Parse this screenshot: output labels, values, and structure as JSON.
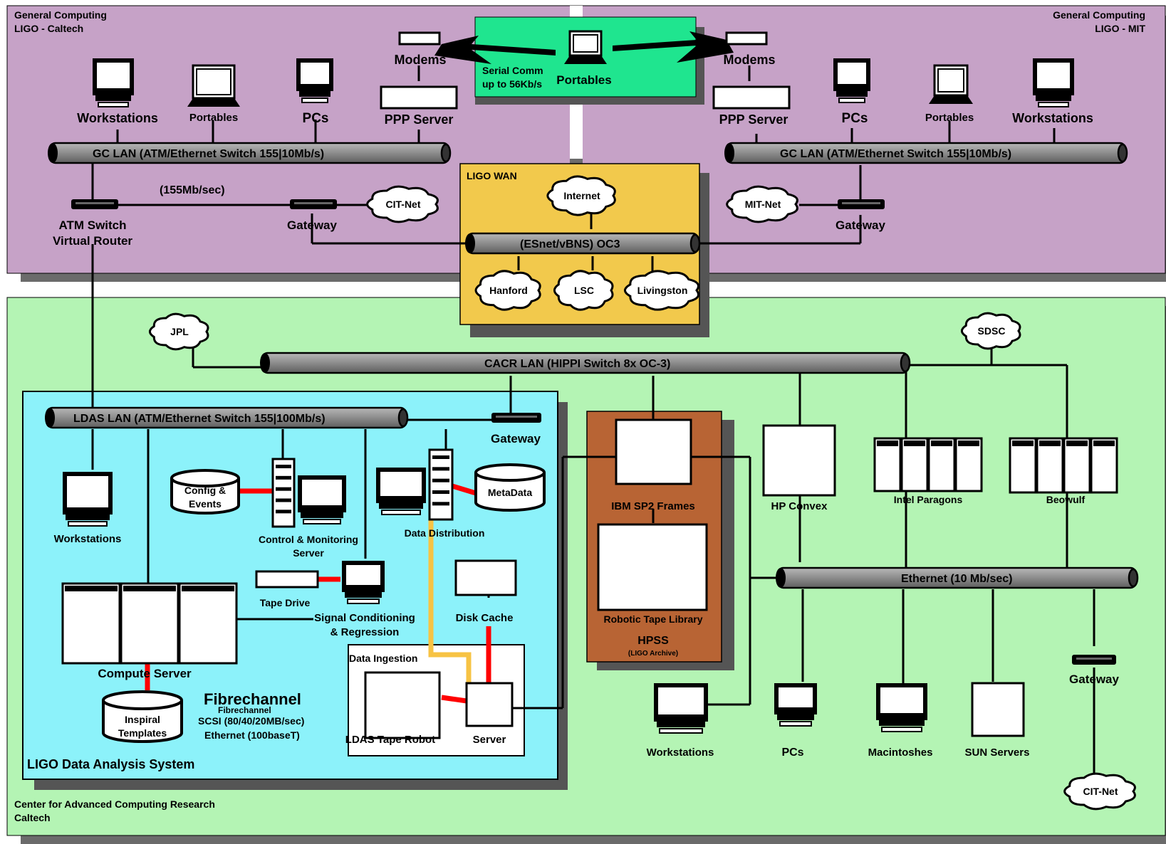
{
  "diagram": {
    "regions": {
      "caltech_title": [
        "General Computing",
        "LIGO - Caltech"
      ],
      "mit_title": [
        "General Computing",
        "LIGO - MIT"
      ],
      "wan_title": "LIGO WAN",
      "cacr_title": [
        "Center for Advanced Computing Research",
        "Caltech"
      ],
      "ldas_title": "LIGO Data Analysis System",
      "hpss_title": "HPSS",
      "hpss_subtitle": "(LIGO Archive)",
      "ingestion_title": "Data Ingestion"
    },
    "networks": {
      "gc_lan_caltech": "GC LAN (ATM/Ethernet Switch 155|10Mb/s)",
      "gc_lan_mit": "GC LAN (ATM/Ethernet Switch 155|10Mb/s)",
      "esnet": "(ESnet/vBNS) OC3",
      "cacr_lan": "CACR LAN (HIPPI Switch  8x  OC-3)",
      "ldas_lan": "LDAS LAN (ATM/Ethernet Switch 155|100Mb/s)",
      "ethernet": "Ethernet (10 Mb/sec)",
      "link_155": "(155Mb/sec)"
    },
    "clouds": {
      "cit_net_top": "CIT-Net",
      "mit_net": "MIT-Net",
      "internet": "Internet",
      "hanford": "Hanford",
      "lsc": "LSC",
      "livingston": "Livingston",
      "jpl": "JPL",
      "sdsc": "SDSC",
      "cit_net_bottom": "CIT-Net"
    },
    "devices": {
      "workstations_caltech": "Workstations",
      "portables_caltech": "Portables",
      "pcs_caltech": "PCs",
      "modems_caltech": "Modems",
      "ppp_server_caltech": "PPP Server",
      "portables_center": "Portables",
      "serial_comm": [
        "Serial Comm",
        "up to 56Kb/s"
      ],
      "modems_mit": "Modems",
      "ppp_server_mit": "PPP Server",
      "pcs_mit": "PCs",
      "portables_mit": "Portables",
      "workstations_mit": "Workstations",
      "atm_switch": [
        "ATM Switch",
        "Virtual Router"
      ],
      "gateway_caltech": "Gateway",
      "gateway_mit": "Gateway",
      "gateway_ldas": "Gateway",
      "workstations_ldas": "Workstations",
      "config_events": [
        "Config &",
        "Events"
      ],
      "control_monitoring": [
        "Control & Monitoring",
        "Server"
      ],
      "metadata": "MetaData",
      "data_distribution": "Data Distribution",
      "tape_drive": "Tape Drive",
      "signal_conditioning": [
        "Signal Conditioning",
        "& Regression"
      ],
      "disk_cache": "Disk Cache",
      "compute_server": "Compute Server",
      "inspiral_templates": [
        "Inspiral",
        "Templates"
      ],
      "ldas_tape_robot": "LDAS Tape Robot",
      "ingest_server": "Server",
      "ibm_sp2": "IBM SP2 Frames",
      "robotic_tape": "Robotic Tape Library",
      "hp_convex": "HP Convex",
      "intel_paragons": "Intel Paragons",
      "beowulf": "Beowulf",
      "workstations_cacr": "Workstations",
      "pcs_cacr": "PCs",
      "macintoshes": "Macintoshes",
      "sun_servers": "SUN Servers",
      "gateway_cacr": "Gateway"
    },
    "legend": {
      "fibrechannel_large": "Fibrechannel",
      "fibrechannel_small": "Fibrechannel",
      "scsi": "SCSI (80/40/20MB/sec)",
      "ethernet": "Ethernet (100baseT)"
    },
    "colors": {
      "mauve_region": "#c6a2c7",
      "wan_region": "#f2c94c",
      "cacr_region": "#b4f4b4",
      "ldas_region": "#8cf2fa",
      "hpss_region": "#b86434",
      "serial_region": "#1fe58f",
      "scsi_link": "#ff0000",
      "fibre_link": "#f7c344",
      "bus_gray": "#8c8c8c"
    }
  }
}
